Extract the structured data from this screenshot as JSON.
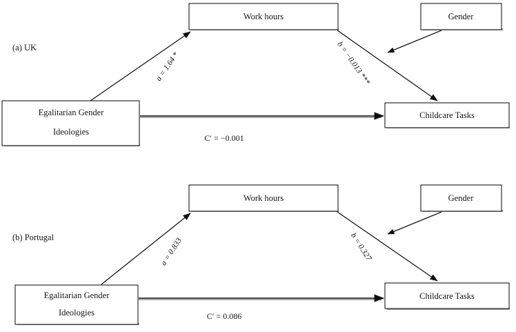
{
  "figure": {
    "type": "mediation-path-diagram",
    "background_color": "#ffffff",
    "line_color": "#111111",
    "box_fill": "#ffffff",
    "shadow_color": "#8d8d8d"
  },
  "panels": [
    {
      "id": "panel-uk",
      "caption": "(a) UK",
      "nodes": {
        "mediator": "Work hours",
        "moderator": "Gender",
        "predictor_line1": "Egalitarian Gender",
        "predictor_line2": "Ideologies",
        "outcome": "Childcare Tasks"
      },
      "paths": {
        "a_label": "a = 1.64 *",
        "b_label": "b = −0.013 ***",
        "c_label": "C′ = −0.001"
      }
    },
    {
      "id": "panel-portugal",
      "caption": "(b) Portugal",
      "nodes": {
        "mediator": "Work hours",
        "moderator": "Gender",
        "predictor_line1": "Egalitarian Gender",
        "predictor_line2": "Ideologies",
        "outcome": "Childcare Tasks"
      },
      "paths": {
        "a_label": "a = 0.833",
        "b_label": "b = 0.327",
        "c_label": "C′ = 0.086"
      }
    }
  ]
}
